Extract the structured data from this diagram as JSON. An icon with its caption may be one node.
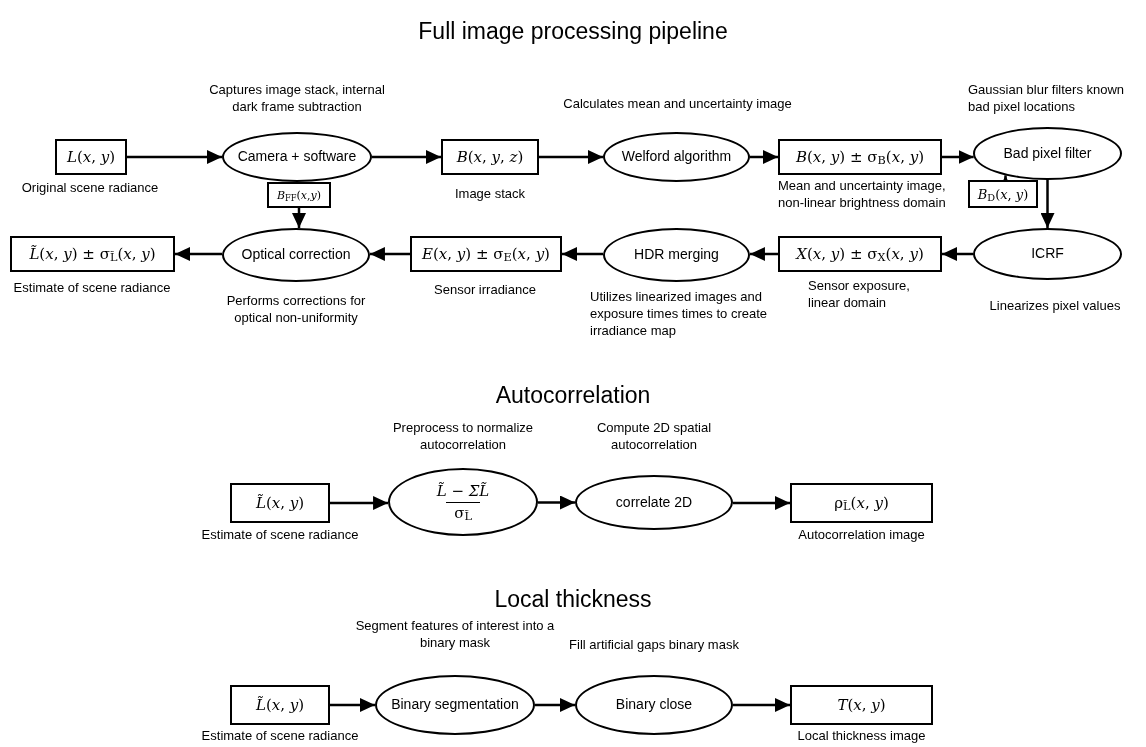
{
  "diagram": {
    "title": "Full image processing pipeline",
    "nodes": [
      {
        "text": [
          "*L*(*x*, *y*)"
        ],
        "beside": [
          "Original scene radiance"
        ]
      },
      {
        "text": [
          "Camera + software"
        ],
        "beside": [
          "Captures image stack, internal dark frame subtraction"
        ]
      },
      {
        "text": [
          "*B*(*x*, *y*, *z*)"
        ],
        "beside": [
          "Image stack"
        ]
      },
      {
        "text": [
          "Welford algorithm"
        ],
        "beside": [
          "Calculates mean and uncertainty image"
        ]
      },
      {
        "text": [
          "*B*(*x*, *y*) ± σ$_{B}$(*x*, *y*)"
        ],
        "beside": [
          "Mean and uncertainty image, non-linear brightness domain"
        ]
      },
      {
        "text": [
          "Bad pixel filter"
        ],
        "beside": [
          "Gaussian blur filters known bad pixel locations"
        ]
      },
      {
        "text": [
          "*B*$_{D}$(*x*, *y*)"
        ]
      },
      {
        "text": [
          "ICRF"
        ],
        "beside": [
          "Linearizes pixel values"
        ]
      },
      {
        "text": [
          "*X*(*x*, *y*) ± σ$_{X}$(*x*, *y*)"
        ],
        "beside": [
          "Sensor exposure, linear domain"
        ]
      },
      {
        "text": [
          "HDR merging"
        ],
        "beside": [
          "Utilizes linearized images and exposure times times to create irradiance map"
        ]
      },
      {
        "text": [
          "*E*(*x*, *y*) ± σ$_{E}$(*x*, *y*)"
        ],
        "beside": [
          "Sensor irradiance"
        ]
      },
      {
        "text": [
          "Optical correction"
        ],
        "beside": [
          "Performs corrections for optical non-uniformity"
        ]
      },
      {
        "text": [
          "*B*$_{FF}$(*x*,*y*)"
        ]
      },
      {
        "text": [
          "*L̃*(*x*, *y*) ± σ$_{L̃}$(*x*, *y*)"
        ],
        "beside": [
          "Estimate of scene radiance"
        ]
      },
      {
        "text": [
          "*L̃*(*x*, *y*)"
        ],
        "beside": [
          "Estimate of scene radiance"
        ]
      },
      {
        "text": [
          "*L̃ − ΣL̃*",
          "σ$_{L̃}$"
        ],
        "beside": [
          "Preprocess to normalize autocorrelation"
        ]
      },
      {
        "text": [
          "correlate 2D"
        ],
        "beside": [
          "Compute 2D spatial autocorrelation"
        ]
      },
      {
        "text": [
          "ρ$_{L̃}$(*x*, *y*)"
        ],
        "beside": [
          "Autocorrelation image"
        ]
      },
      {
        "text": [
          "*L̃*(*x*, *y*)"
        ],
        "beside": [
          "Estimate of scene radiance"
        ]
      },
      {
        "text": [
          "Binary segmentation"
        ],
        "beside": [
          "Segment features of interest into a binary mask"
        ]
      },
      {
        "text": [
          "Binary close"
        ],
        "beside": [
          "Fill artificial gaps binary mask"
        ]
      },
      {
        "text": [
          "*T*(*x*, *y*)"
        ],
        "beside": [
          "Local thickness image"
        ]
      }
    ],
    "edges": [
      {
        "from": 0,
        "to": 1,
        "arrow": "to"
      },
      {
        "from": 1,
        "to": 2,
        "arrow": "to"
      },
      {
        "from": 2,
        "to": 3,
        "arrow": "to"
      },
      {
        "from": 3,
        "to": 4,
        "arrow": "to"
      },
      {
        "from": 4,
        "to": 5,
        "arrow": "to"
      },
      {
        "from": 6,
        "to": 5,
        "arrow": "to"
      },
      {
        "from": 5,
        "to": 7,
        "arrow": "to"
      },
      {
        "from": 7,
        "to": 8,
        "arrow": "to"
      },
      {
        "from": 8,
        "to": 9,
        "arrow": "to"
      },
      {
        "from": 9,
        "to": 10,
        "arrow": "to"
      },
      {
        "from": 10,
        "to": 11,
        "arrow": "to"
      },
      {
        "from": 12,
        "to": 11,
        "arrow": "to"
      },
      {
        "from": 11,
        "to": 13,
        "arrow": "to"
      },
      {
        "from": 14,
        "to": 15,
        "arrow": "to"
      },
      {
        "from": 15,
        "to": 16,
        "arrow": "to"
      },
      {
        "from": 16,
        "to": 17,
        "arrow": "to"
      },
      {
        "from": 18,
        "to": 19,
        "arrow": "to"
      },
      {
        "from": 19,
        "to": 20,
        "arrow": "to"
      },
      {
        "from": 20,
        "to": 21,
        "arrow": "to"
      }
    ],
    "labels": [
      "Autocorrelation",
      "Local thickness"
    ]
  }
}
